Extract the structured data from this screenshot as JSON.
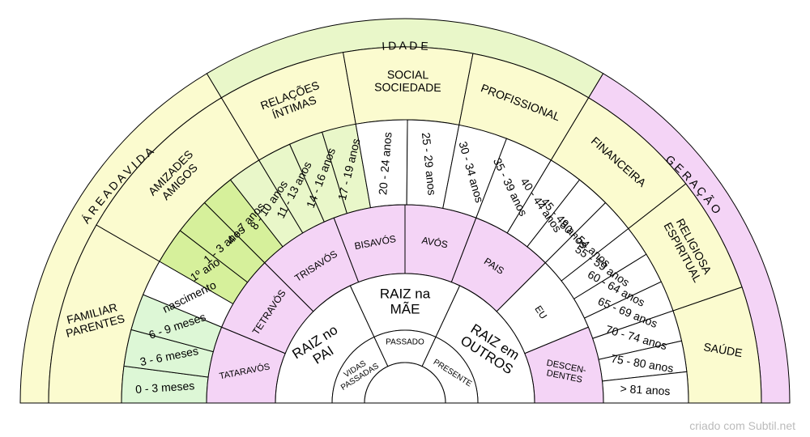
{
  "colors": {
    "pink": "#f4d4f6",
    "green_light": "#e9f7c9",
    "green_mid": "#d6f09b",
    "green_pale": "#ddf7d6",
    "yellow": "#fbfbcf",
    "white": "#ffffff",
    "stroke": "#000000"
  },
  "outer_bands": {
    "idade": "I D A D E",
    "area_da_vida": "Á R E A   D A   V I D A",
    "geracao": "G E R A Ç Ã O"
  },
  "areas": [
    {
      "lines": [
        "FAMILIAR",
        "PARENTES"
      ]
    },
    {
      "lines": [
        "AMIZADES",
        "AMIGOS"
      ]
    },
    {
      "lines": [
        "RELAÇÕES",
        "ÍNTIMAS"
      ]
    },
    {
      "lines": [
        "SOCIAL",
        "SOCIEDADE"
      ]
    },
    {
      "lines": [
        "PROFISSIONAL"
      ]
    },
    {
      "lines": [
        "FINANCEIRA"
      ]
    },
    {
      "lines": [
        "RELIGIOSA",
        "ESPIRITUAL"
      ]
    },
    {
      "lines": [
        "SAÚDE"
      ]
    }
  ],
  "ages": [
    "0 - 3 meses",
    "3 - 6 meses",
    "6 - 9 meses",
    "nascimento",
    "1º ano",
    "1 - 3 anos",
    "4 - 7 anos",
    "8 - 10 anos",
    "11 - 13 anos",
    "14 - 16 anos",
    "17 - 19 anos",
    "20 - 24 anos",
    "25 - 29 anos",
    "30 - 34 anos",
    "35 - 39 anos",
    "40 - 44 anos",
    "45 - 49 anos",
    "50 - 54 anos",
    "55 - 59 anos",
    "60 - 64 anos",
    "65 - 69 anos",
    "70 - 74 anos",
    "75 - 80 anos",
    "> 81 anos"
  ],
  "generations": [
    {
      "lines": [
        "TATARAVÓS"
      ]
    },
    {
      "lines": [
        "TETRAVÓS"
      ]
    },
    {
      "lines": [
        "TRISAVÓS"
      ]
    },
    {
      "lines": [
        "BISAVÓS"
      ]
    },
    {
      "lines": [
        "AVÓS"
      ]
    },
    {
      "lines": [
        "PAIS"
      ]
    },
    {
      "lines": [
        "EU"
      ]
    },
    {
      "lines": [
        "DESCEN-",
        "DENTES"
      ]
    }
  ],
  "roots": [
    {
      "lines": [
        "RAIZ no",
        "PAI"
      ]
    },
    {
      "lines": [
        "RAIZ  na",
        "MÃE"
      ]
    },
    {
      "lines": [
        "RAIZ em",
        "OUTROS"
      ]
    }
  ],
  "times": [
    {
      "lines": [
        "VIDAS",
        "PASSADAS"
      ]
    },
    {
      "lines": [
        "PASSADO"
      ]
    },
    {
      "lines": [
        "PRESENTE"
      ]
    }
  ],
  "credit": "criado com Subtil.net"
}
